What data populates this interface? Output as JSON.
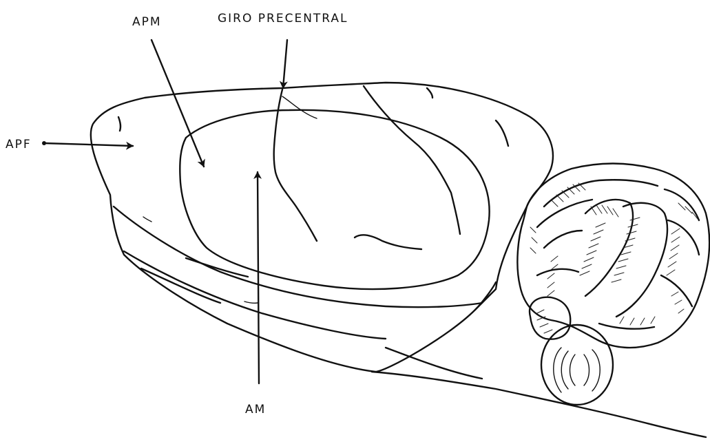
{
  "labels": {
    "apf": "APF",
    "apm": "APM",
    "giro_precentral": "GIRO PRECENTRAL",
    "am": "AM"
  }
}
